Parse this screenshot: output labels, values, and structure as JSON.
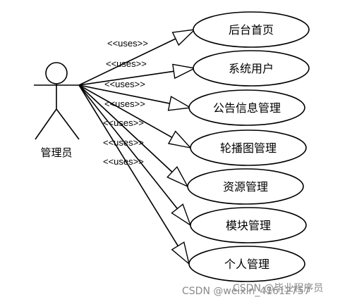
{
  "actor": {
    "name": "管理员"
  },
  "relation_label": "<<uses>>",
  "use_cases": [
    {
      "label": "后台首页"
    },
    {
      "label": "系统用户"
    },
    {
      "label": "公告信息管理"
    },
    {
      "label": "轮播图管理"
    },
    {
      "label": "资源管理"
    },
    {
      "label": "模块管理"
    },
    {
      "label": "个人管理"
    }
  ],
  "watermark": "CSDN @weixin_41612757",
  "watermark_overlay": "CSDN @毕业程序员"
}
